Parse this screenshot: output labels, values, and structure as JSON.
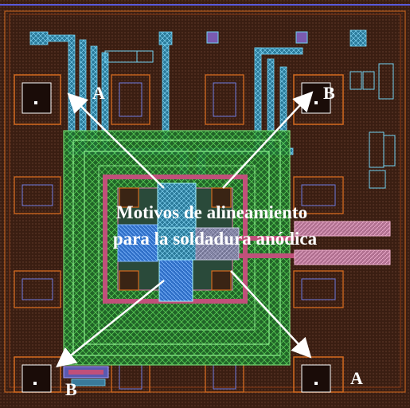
{
  "caption": {
    "line1": "Motivos de alineamiento",
    "line2": "para la soldadura anódica"
  },
  "markers": {
    "top_left": "A",
    "top_right": "B",
    "bottom_left": "B",
    "bottom_right": "A"
  },
  "colors": {
    "substrate": "#3d2014",
    "pad_outline": "#d46a1e",
    "metal_cyan": "#4fb4d8",
    "green_mesh": "#3fbf3f",
    "pink_metal": "#c0507a",
    "arrow": "#ffffff"
  }
}
